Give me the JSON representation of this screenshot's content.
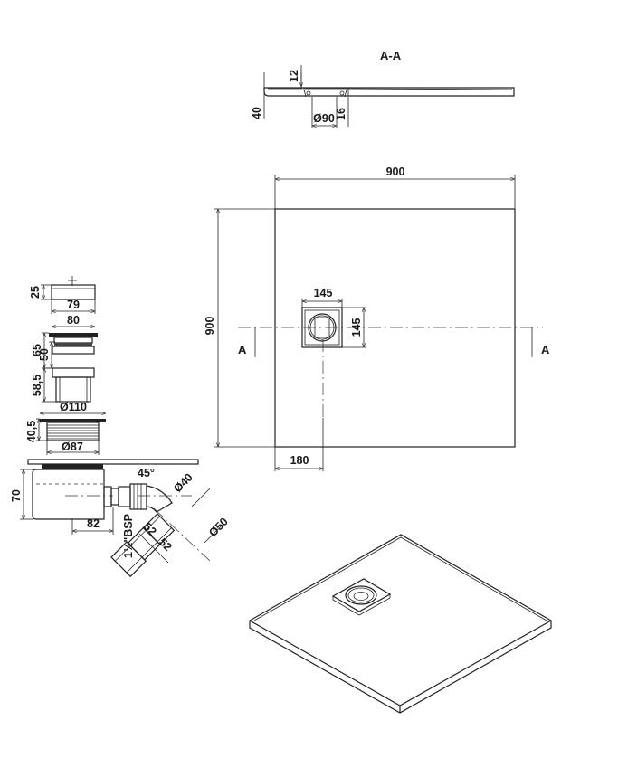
{
  "section": {
    "label": "A-A",
    "dim_12": "12",
    "dim_40": "40",
    "dim_d90": "Ø90",
    "dim_16": "16"
  },
  "plan": {
    "width": "900",
    "height": "900",
    "drain_w": "145",
    "drain_h": "145",
    "offset": "180",
    "cut_left": "A",
    "cut_right": "A"
  },
  "siphon": {
    "grate_h": "25",
    "grate_w": "79",
    "ring_w": "80",
    "h65": "65",
    "h50": "50",
    "h58": "58,5",
    "d110": "Ø110",
    "h40": "40,5",
    "d87": "Ø87",
    "h70": "70",
    "w82": "82",
    "angle": "45°",
    "d40": "Ø40",
    "d50": "Ø50",
    "l52a": "52",
    "l52b": "52",
    "bsp": "1½\"BSP"
  }
}
